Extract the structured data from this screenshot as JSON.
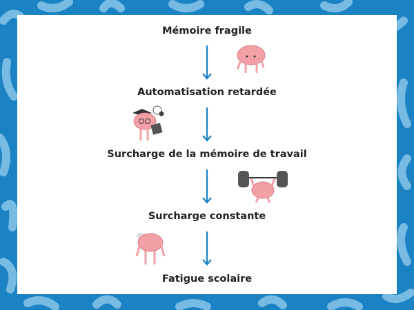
{
  "steps": [
    {
      "label": "Mémoire fragile"
    },
    {
      "label": "Automatisation retardée"
    },
    {
      "label": "Surcharge de la mémoire de travail"
    },
    {
      "label": "Surcharge constante"
    },
    {
      "label": "Fatigue scolaire"
    }
  ],
  "colors": {
    "background": "#1b82c4",
    "arrow": "#1b82c4",
    "brain": "#f2a0a6"
  }
}
